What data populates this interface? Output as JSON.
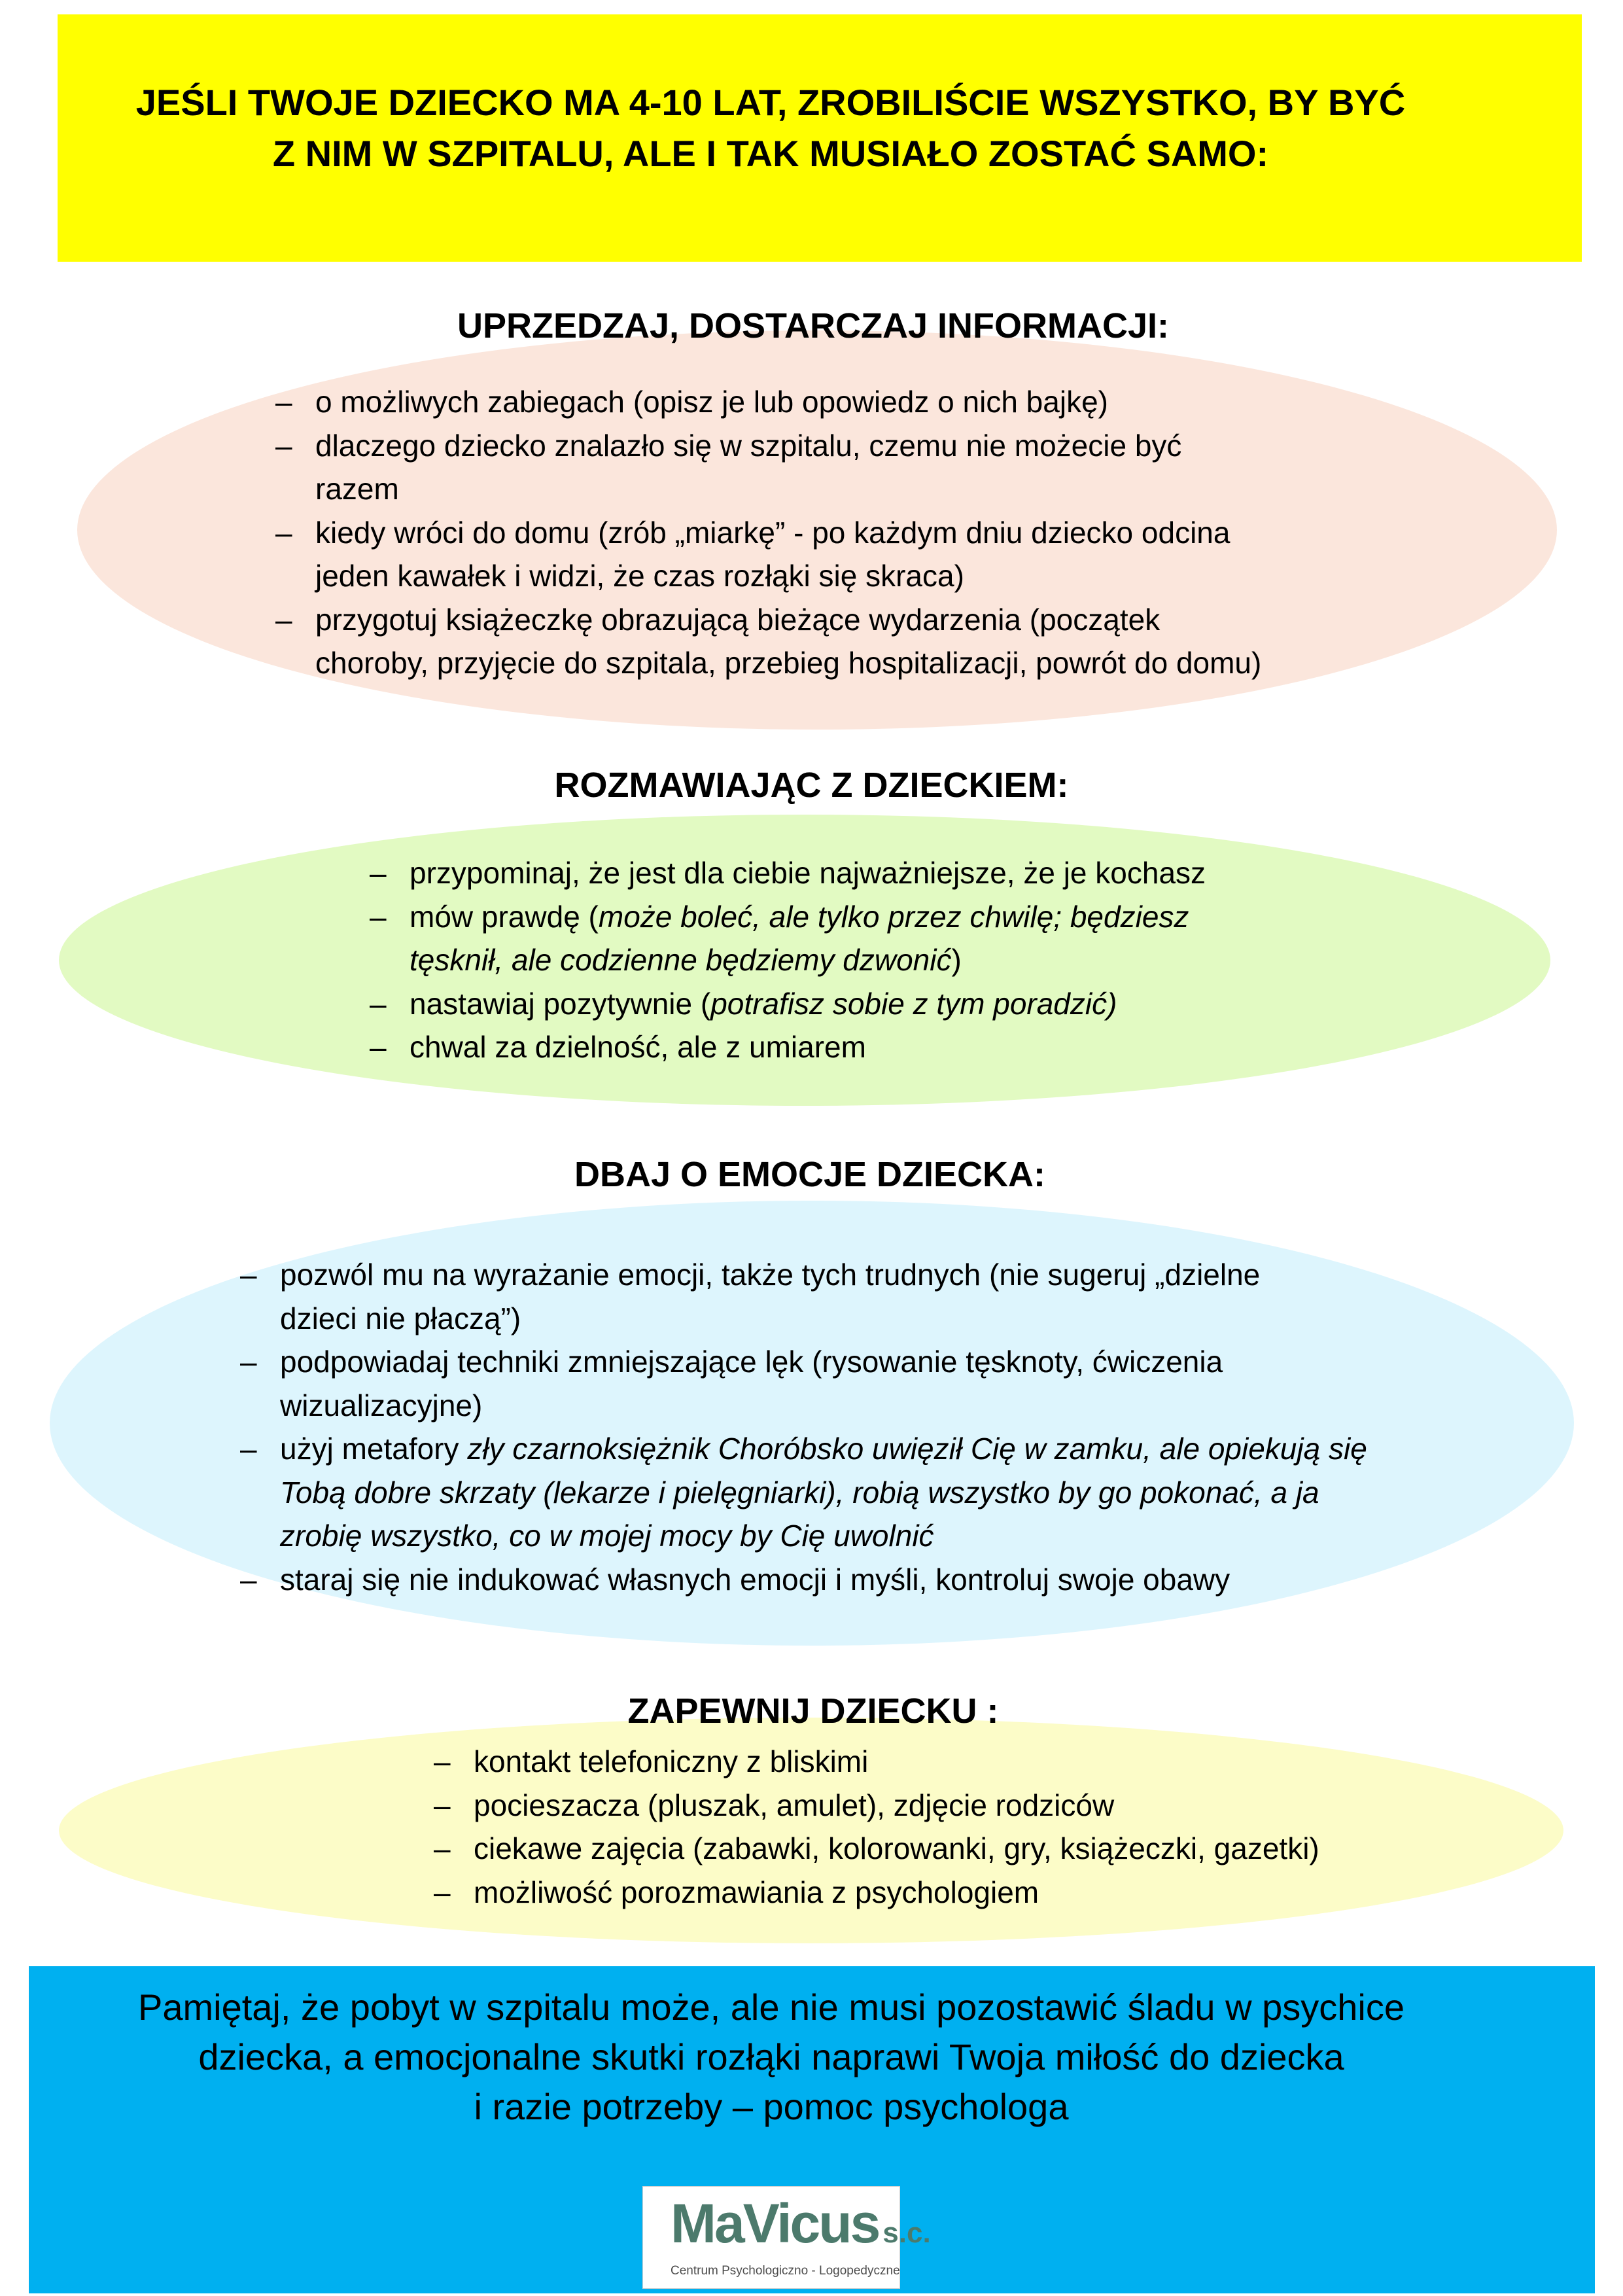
{
  "header": {
    "line1": "JEŚLI TWOJE DZIECKO MA 4-10 LAT, ZROBILIŚCIE WSZYSTKO, BY BYĆ",
    "line2": "Z NIM W SZPITALU, ALE I TAK MUSIAŁO ZOSTAĆ SAMO:"
  },
  "sections": [
    {
      "title": "UPRZEDZAJ, DOSTARCZAJ INFORMACJI:",
      "items": [
        [
          "o możliwych zabiegach (opisz je lub opowiedz o nich bajkę)"
        ],
        [
          "dlaczego dziecko znalazło się w szpitalu, czemu nie możecie być",
          "razem"
        ],
        [
          "kiedy wróci do domu (zrób „miarkę” - po każdym dniu dziecko odcina",
          "jeden kawałek i widzi, że czas rozłąki się skraca)"
        ],
        [
          "przygotuj książeczkę obrazującą bieżące wydarzenia (początek",
          "choroby, przyjęcie do szpitala, przebieg hospitalizacji, powrót do domu)"
        ]
      ]
    },
    {
      "title": "ROZMAWIAJĄC Z DZIECKIEM:",
      "items": [
        {
          "text": "przypominaj, że jest dla ciebie najważniejsze, że je kochasz"
        },
        {
          "pre": "mów prawdę (",
          "em": "może boleć, ale tylko przez chwilę; będziesz",
          "em2": "tęsknił, ale codzienne będziemy dzwonić",
          "post": ")"
        },
        {
          "pre": "nastawiaj pozytywnie (",
          "em": "potrafisz sobie z tym poradzić)"
        },
        {
          "text": "chwal za dzielność, ale z umiarem"
        }
      ]
    },
    {
      "title": "DBAJ O EMOCJE DZIECKA:",
      "items": [
        {
          "l1": "pozwól mu na wyrażanie emocji, także tych trudnych (nie sugeruj „dzielne",
          "l2": "dzieci nie płaczą”)"
        },
        {
          "l1": "podpowiadaj techniki zmniejszające lęk (rysowanie tęsknoty, ćwiczenia",
          "l2": "wizualizacyjne)"
        },
        {
          "pre": "użyj metafory ",
          "em1": "zły czarnoksiężnik Choróbsko uwięził Cię w zamku, ale opiekują się",
          "em2": "Tobą dobre skrzaty (lekarze i pielęgniarki), robią wszystko by go pokonać, a ja",
          "em3": "zrobię wszystko, co w mojej mocy by Cię uwolnić"
        },
        {
          "l1": "staraj się nie indukować własnych emocji i myśli, kontroluj swoje obawy"
        }
      ]
    },
    {
      "title": "ZAPEWNIJ DZIECKU :",
      "items": [
        "kontakt telefoniczny z bliskimi",
        "pocieszacza (pluszak, amulet), zdjęcie rodziców",
        "ciekawe zajęcia (zabawki, kolorowanki, gry, książeczki, gazetki)",
        "możliwość porozmawiania z psychologiem"
      ]
    }
  ],
  "footer": {
    "line1": "Pamiętaj, że pobyt w szpitalu może, ale nie musi pozostawić śladu w psychice",
    "line2": "dziecka, a emocjonalne skutki rozłąki naprawi Twoja miłość do dziecka",
    "line3": "i razie potrzeby – pomoc psychologa"
  },
  "logo": {
    "name": "MaVicus",
    "suffix": "s.c.",
    "subtitle": "Centrum Psychologiczno - Logopedyczne"
  },
  "colors": {
    "header_bg": "#ffff00",
    "footer_bg": "#00b0f0",
    "section1_bg": "#fbe6dc",
    "section2_bg": "#e2fac2",
    "section3_bg": "#ddf5fd",
    "section4_bg": "#fcfcc8",
    "logo_green": "#4c7a6c"
  }
}
